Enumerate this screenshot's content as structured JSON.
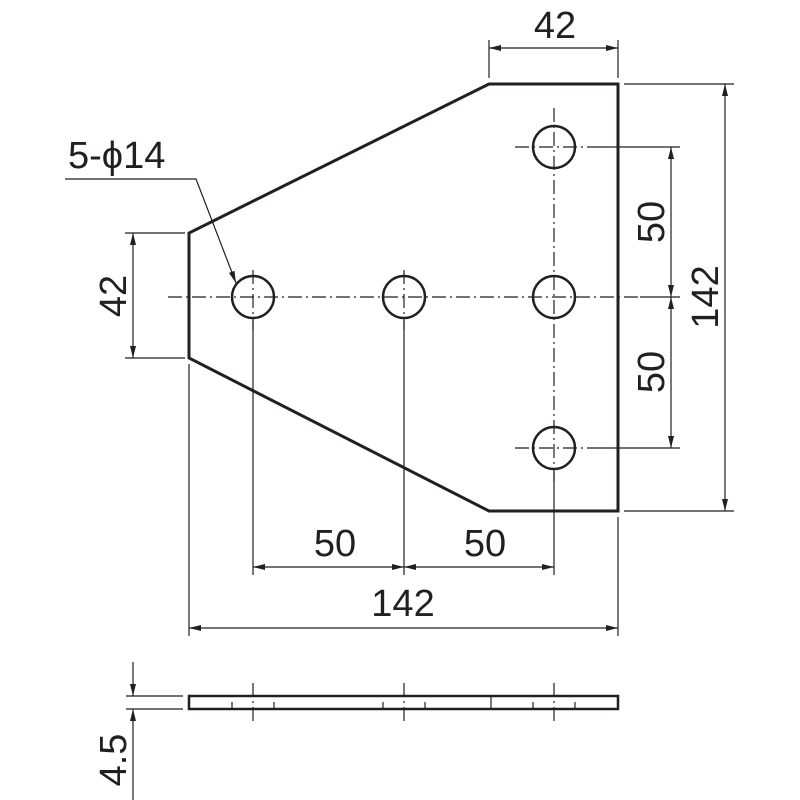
{
  "drawing": {
    "ink_color": "#231f20",
    "background": "#ffffff",
    "hole_callout": "5-ϕ14",
    "dimensions": {
      "top_width": "42",
      "left_height": "42",
      "upper_vertical_spacing": "50",
      "lower_vertical_spacing": "50",
      "overall_height": "142",
      "left_horizontal_spacing": "50",
      "right_horizontal_spacing": "50",
      "overall_width": "142",
      "thickness": "4.5"
    }
  }
}
